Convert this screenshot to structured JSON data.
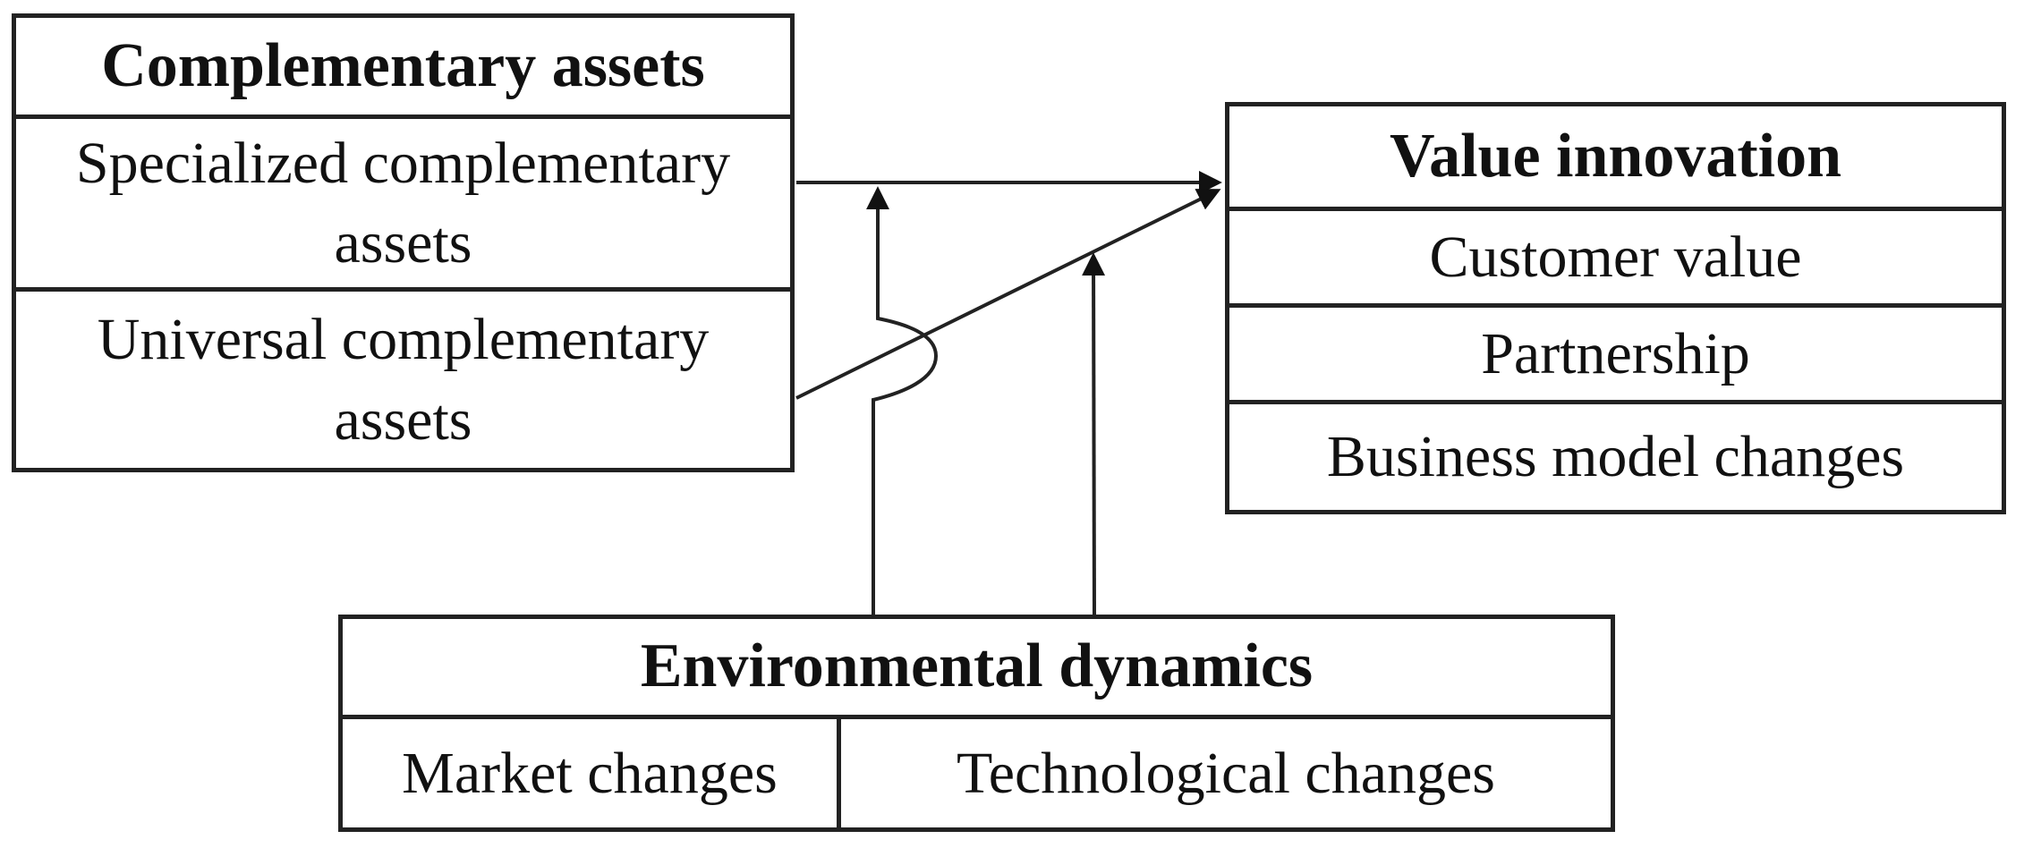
{
  "figure": {
    "background": "#ffffff",
    "line_color": "#222222",
    "text_color": "#111111"
  },
  "boxes": {
    "complementary_assets": {
      "title": "Complementary assets",
      "rows": [
        "Specialized complementary assets",
        "Universal complementary assets"
      ]
    },
    "value_innovation": {
      "title": "Value innovation",
      "rows": [
        "Customer value",
        "Partnership",
        "Business model changes"
      ]
    },
    "environmental_dynamics": {
      "title": "Environmental dynamics",
      "cells": [
        "Market changes",
        "Technological changes"
      ]
    }
  },
  "arrows": [
    {
      "from": "Specialized complementary assets",
      "to": "Value innovation",
      "style": "direct"
    },
    {
      "from": "Universal complementary assets",
      "to": "Value innovation",
      "style": "direct"
    },
    {
      "from": "Environmental dynamics",
      "to": "arrow Specialized complementary assets to Value innovation",
      "style": "moderating"
    },
    {
      "from": "Environmental dynamics",
      "to": "arrow Universal complementary assets to Value innovation",
      "style": "moderating"
    }
  ]
}
